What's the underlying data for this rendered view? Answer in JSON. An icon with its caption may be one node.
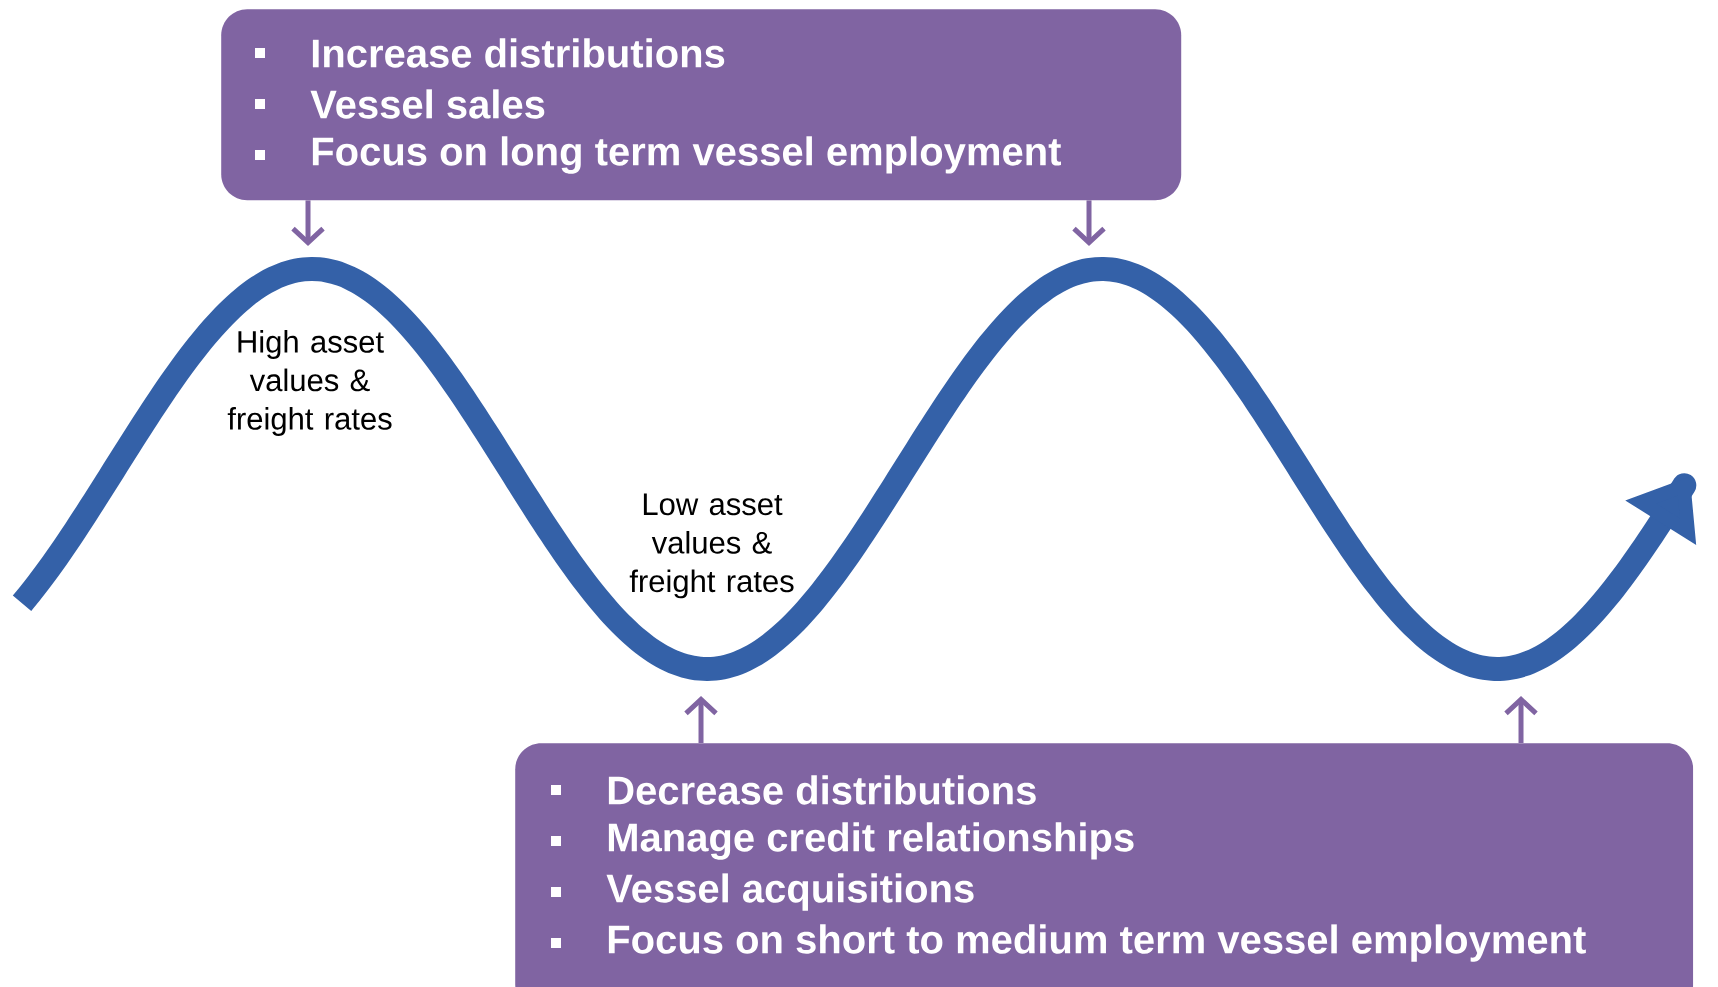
{
  "diagram": {
    "nodes": [
      {
        "text": [
          "Increase distributions",
          "Vessel sales",
          "Focus on long term vessel employment"
        ]
      },
      {
        "text": [
          "Decrease distributions",
          "Manage credit relationships",
          "Vessel acquisitions",
          "Focus on short to medium term vessel employment"
        ]
      }
    ],
    "edges": [
      {
        "from": 0,
        "to": null,
        "arrow": "to"
      },
      {
        "from": 0,
        "to": null,
        "arrow": "to"
      },
      {
        "from": 1,
        "to": null,
        "arrow": "to"
      },
      {
        "from": 1,
        "to": null,
        "arrow": "to"
      }
    ],
    "labels": [
      "High asset values & freight rates",
      "Low asset values & freight rates"
    ]
  }
}
